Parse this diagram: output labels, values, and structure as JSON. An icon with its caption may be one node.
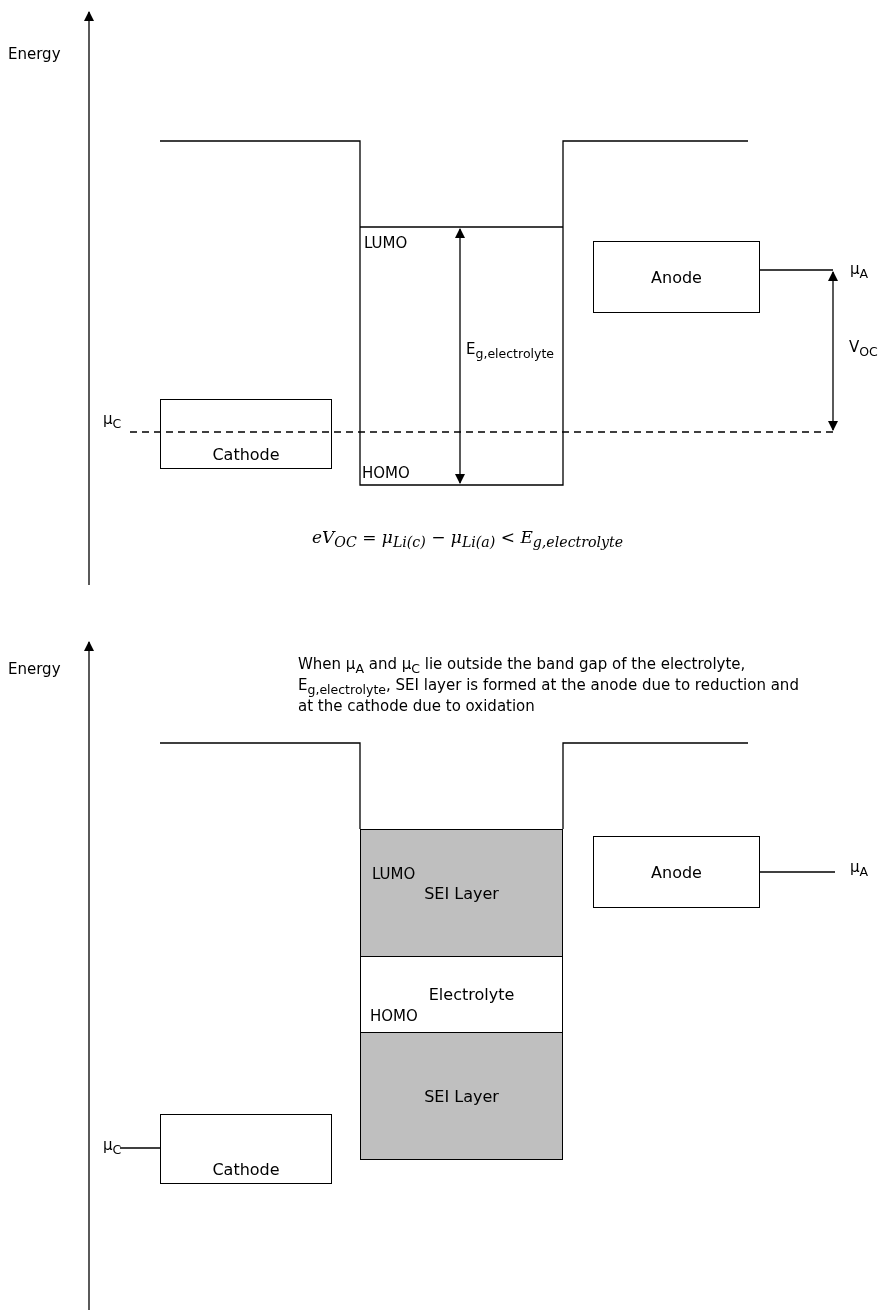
{
  "diagram": {
    "nodes": [
      {
        "text": [
          "Anode"
        ]
      },
      {
        "text": [
          "Cathode"
        ]
      },
      {
        "text": [
          "SEI Layer"
        ]
      },
      {
        "text": [
          "Anode"
        ]
      },
      {
        "text": [
          "Electrolyte"
        ]
      },
      {
        "text": [
          "SEI Layer"
        ]
      },
      {
        "text": [
          "Cathode"
        ]
      }
    ],
    "labels": [
      "Energy",
      "LUMO",
      "μ$_{A}$",
      "E$_{g,electrolyte}$",
      "V$_{OC}$",
      "μ$_{C}$",
      "HOMO",
      "eV$_{OC}$ = μ$_{Li(c)}$ − μ$_{Li(a)}$ < E$_{g,electrolyte}$",
      "Energy",
      "When μ$_{A}$ and μ$_{C}$ lie outside the band gap of the electrolyte, E$_{g,electrolyte}$, SEI layer is formed at the anode due to reduction and at the cathode due to oxidation",
      "μ$_{A}$",
      "LUMO",
      "HOMO",
      "μ$_{C}$"
    ]
  }
}
